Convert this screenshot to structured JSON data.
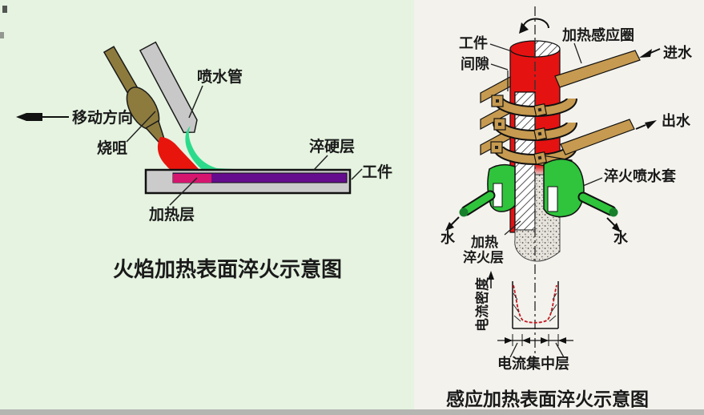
{
  "left_panel": {
    "title": "火焰加热表面淬火示意图",
    "labels": {
      "move_direction": "移动方向",
      "torch": "烧咀",
      "spray_pipe": "喷水管",
      "hardened_layer": "淬硬层",
      "workpiece": "工件",
      "heated_layer": "加热层"
    }
  },
  "right_panel": {
    "title": "感应加热表面淬火示意图",
    "labels": {
      "workpiece": "工件",
      "gap": "间隙",
      "induction_coil": "加热感应圈",
      "water_in": "进水",
      "water_out": "出水",
      "quench_spray_sleeve": "淬火喷水套",
      "water_left": "水",
      "water_right": "水",
      "heat_quench_layer_line1": "加热",
      "heat_quench_layer_line2": "淬火层",
      "current_density": "电流密度",
      "current_concentration_layer": "电流集中层"
    }
  },
  "colors": {
    "background_left": "#e5f3e0",
    "background_right": "#f3f2ed",
    "bottom_bar": "#b5b5b2",
    "flame_red": "#e8150d",
    "water_green": "#2bdb8b",
    "torch_olive": "#8d7b3e",
    "pipe_gray": "#c8c8c8",
    "plate_gray": "#cbcbcb",
    "hardened_purple": "#650c8e",
    "heated_pink": "#d6156e",
    "cylinder_red": "#e51212",
    "coil_tan": "#c69a50",
    "collar_green": "#2fc43c",
    "curve_red": "#c2181f",
    "ink": "#1a1a1a"
  }
}
